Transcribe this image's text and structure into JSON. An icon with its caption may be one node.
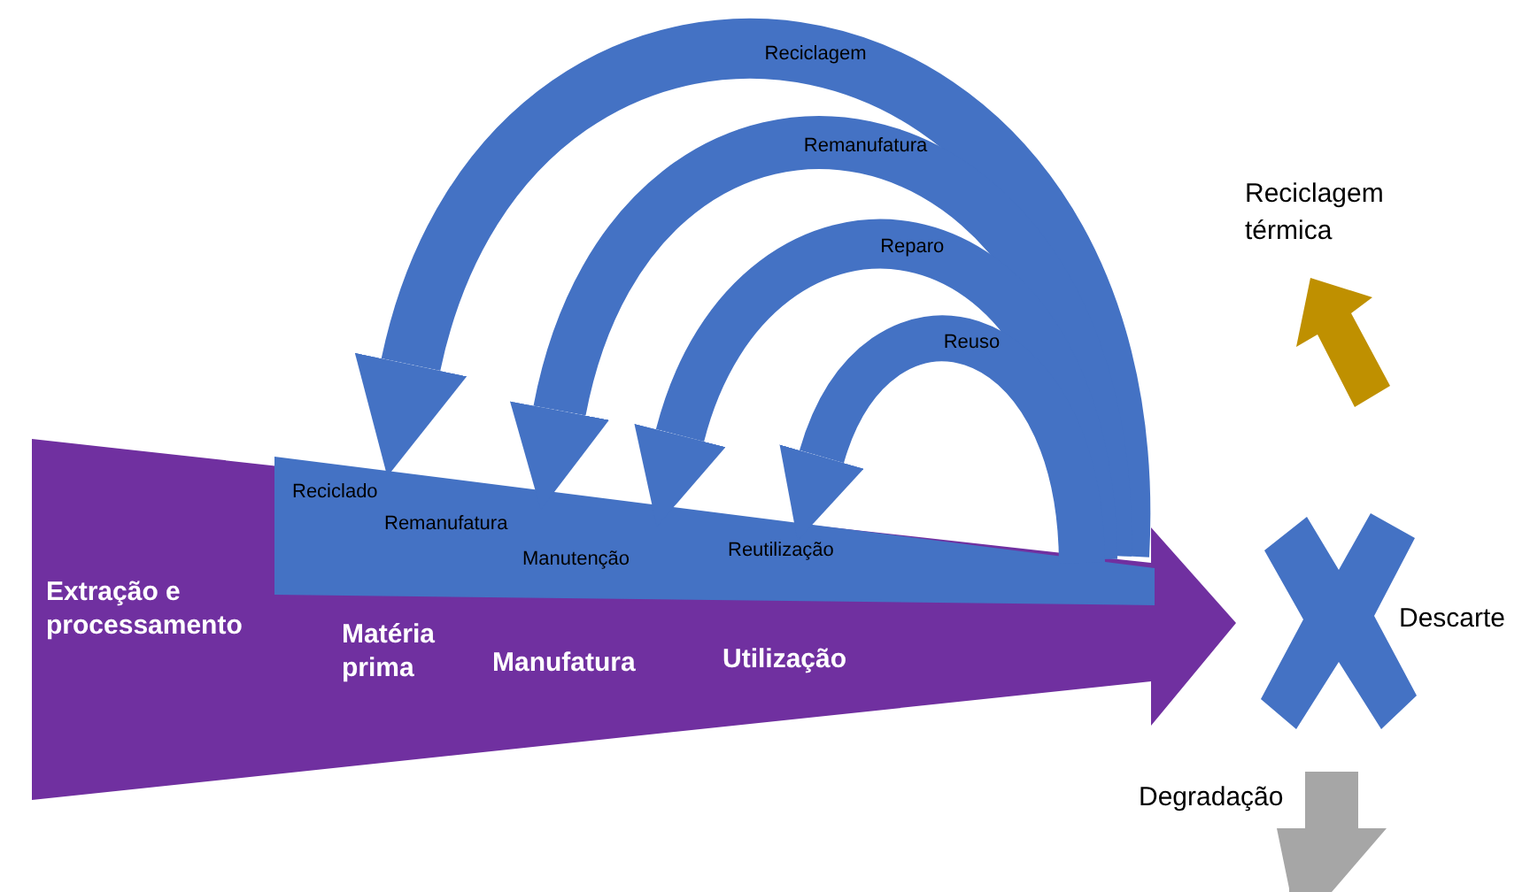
{
  "diagram": {
    "nodes": [
      {
        "text": [
          "Extração e processamento",
          "Matéria prima",
          "Manufatura",
          "Utilização"
        ]
      },
      {
        "text": [
          "Reciclado",
          "Remanufatura",
          "Manutenção",
          "Reutilização"
        ],
        "in": 0
      }
    ],
    "edges": [
      {
        "from": 1,
        "to": 1,
        "arrow": "to",
        "label": "Reciclagem"
      },
      {
        "from": 1,
        "to": 1,
        "arrow": "to",
        "label": "Remanufatura"
      },
      {
        "from": 1,
        "to": 1,
        "arrow": "to",
        "label": "Reparo"
      },
      {
        "from": 1,
        "to": 1,
        "arrow": "to",
        "label": "Reuso"
      }
    ],
    "labels": [
      "Reciclagem térmica",
      "Descarte",
      "Degradação"
    ]
  }
}
